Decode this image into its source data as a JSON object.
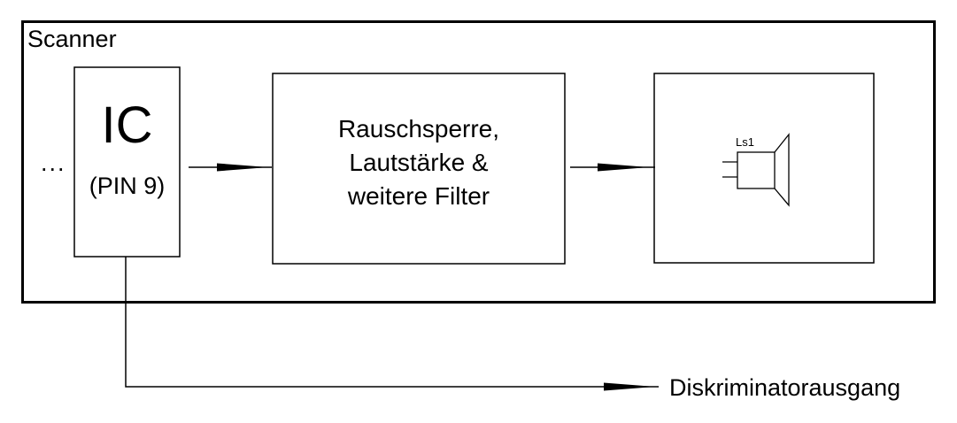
{
  "diagram": {
    "title": "Scanner",
    "ellipsis": "...",
    "blocks": {
      "ic": {
        "title": "IC",
        "subtitle": "(PIN 9)"
      },
      "filter": {
        "lines": [
          "Rauschsperre,",
          "Lautstärke &",
          "weitere Filter"
        ]
      },
      "speaker": {
        "label": "Ls1"
      }
    },
    "output": {
      "label": "Diskriminatorausgang"
    },
    "colors": {
      "line": "#000000",
      "background": "#ffffff",
      "text": "#000000"
    }
  }
}
